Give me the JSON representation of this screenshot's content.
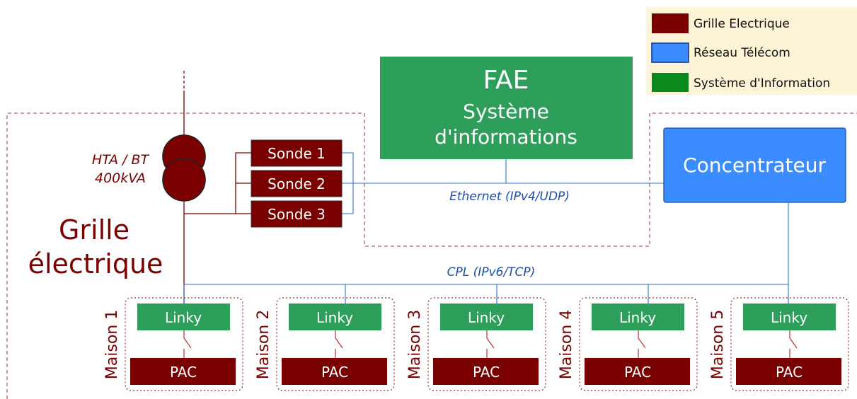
{
  "legend": {
    "items": [
      {
        "label": "Grille Electrique",
        "color": "#7a0000"
      },
      {
        "label": "Réseau Télécom",
        "color": "#3b8cff"
      },
      {
        "label": "Système d'Information",
        "color": "#0a8a1c"
      }
    ]
  },
  "fae": {
    "title": "FAE",
    "line1": "Système",
    "line2": "d'informations",
    "color": "#2e9e5b"
  },
  "concentrator": {
    "label": "Concentrateur",
    "color": "#3b8cff"
  },
  "transformer": {
    "line1": "HTA / BT",
    "line2": "400kVA"
  },
  "grid_label": {
    "line1": "Grille",
    "line2": "électrique"
  },
  "probes": [
    "Sonde 1",
    "Sonde 2",
    "Sonde 3"
  ],
  "links": {
    "ethernet": "Ethernet (IPv4/UDP)",
    "cpl": "CPL (IPv6/TCP)"
  },
  "houses": [
    {
      "name": "Maison 1",
      "meter": "Linky",
      "device": "PAC"
    },
    {
      "name": "Maison 2",
      "meter": "Linky",
      "device": "PAC"
    },
    {
      "name": "Maison 3",
      "meter": "Linky",
      "device": "PAC"
    },
    {
      "name": "Maison 4",
      "meter": "Linky",
      "device": "PAC"
    },
    {
      "name": "Maison 5",
      "meter": "Linky",
      "device": "PAC"
    }
  ],
  "colors": {
    "grid": "#7a0000",
    "telecom": "#3b8cff",
    "telecom_line": "#2a6fd6",
    "info": "#2e9e5b",
    "dashed": "#b06060"
  }
}
